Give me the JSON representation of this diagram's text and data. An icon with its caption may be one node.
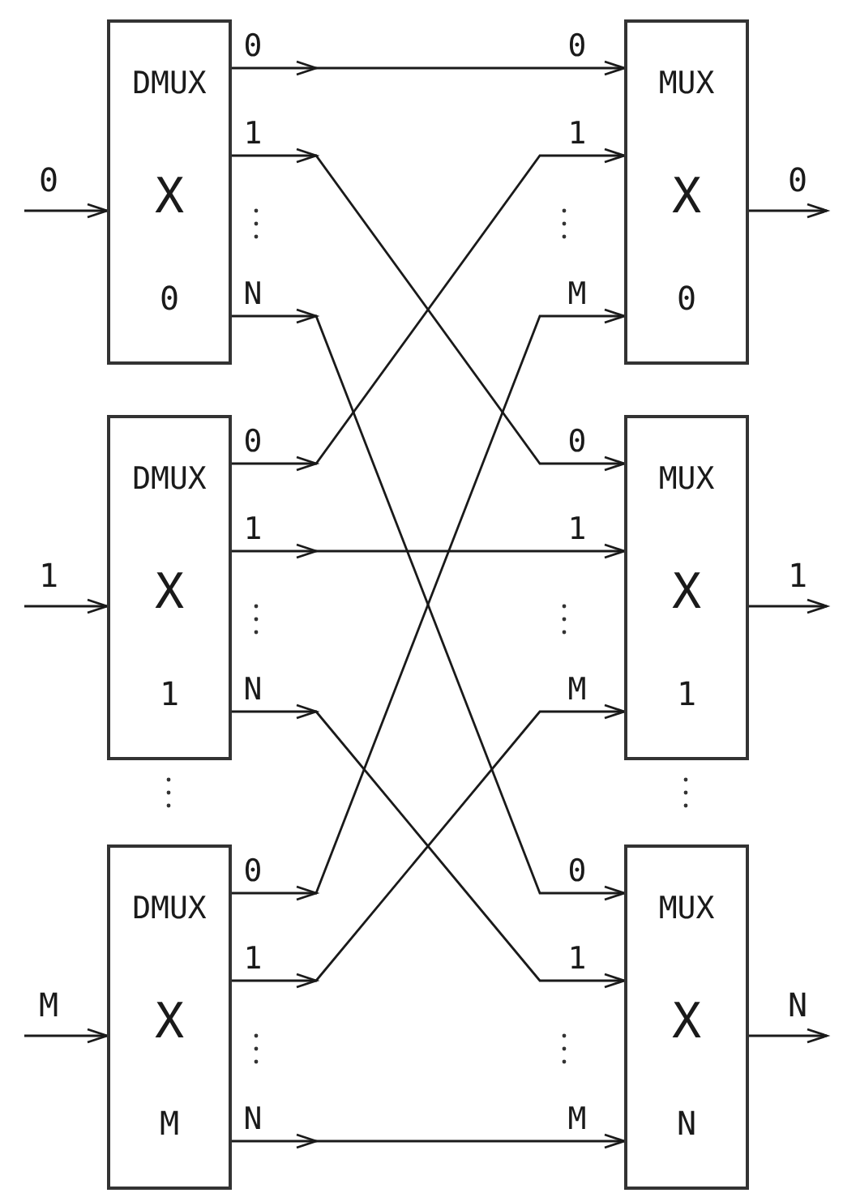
{
  "diagram": {
    "nodes": [
      {
        "text": [
          "DMUX",
          "X",
          "0"
        ]
      },
      {
        "text": [
          "MUX",
          "X",
          "0"
        ]
      },
      {
        "text": [
          "DMUX",
          "X",
          "1"
        ]
      },
      {
        "text": [
          "MUX",
          "X",
          "1"
        ]
      },
      {
        "text": [
          "DMUX",
          "X",
          "M"
        ]
      },
      {
        "text": [
          "MUX",
          "X",
          "N"
        ]
      }
    ],
    "edges": [
      {
        "from": null,
        "to": 0,
        "arrow": "to",
        "label": "0"
      },
      {
        "from": null,
        "to": 2,
        "arrow": "to",
        "label": "1"
      },
      {
        "from": null,
        "to": 4,
        "arrow": "to",
        "label": "M"
      },
      {
        "from": 1,
        "to": null,
        "arrow": "to",
        "label": "0"
      },
      {
        "from": 3,
        "to": null,
        "arrow": "to",
        "label": "1"
      },
      {
        "from": 5,
        "to": null,
        "arrow": "to",
        "label": "N"
      },
      {
        "from": 0,
        "to": 1,
        "arrow": "to"
      },
      {
        "from": 0,
        "to": 3,
        "arrow": "to"
      },
      {
        "from": 0,
        "to": 5,
        "arrow": "to"
      },
      {
        "from": 2,
        "to": 1,
        "arrow": "to"
      },
      {
        "from": 2,
        "to": 3,
        "arrow": "to"
      },
      {
        "from": 2,
        "to": 5,
        "arrow": "to"
      },
      {
        "from": 4,
        "to": 1,
        "arrow": "to"
      },
      {
        "from": 4,
        "to": 3,
        "arrow": "to"
      },
      {
        "from": 4,
        "to": 5,
        "arrow": "to"
      }
    ],
    "labels": [
      "0",
      "0",
      "1",
      "1",
      "N",
      "M",
      "0",
      "0",
      "1",
      "1",
      "N",
      "M",
      "0",
      "0",
      "1",
      "1",
      "N",
      "M"
    ]
  }
}
